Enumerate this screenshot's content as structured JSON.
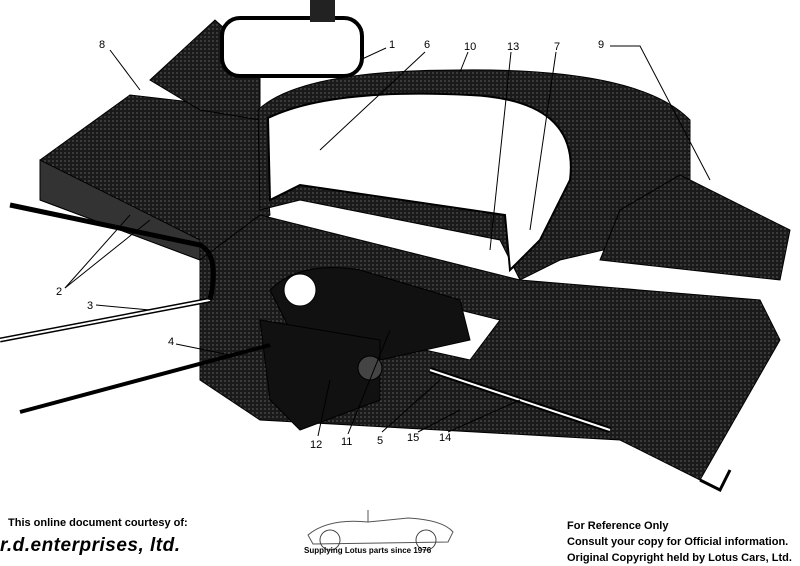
{
  "diagram": {
    "callouts": [
      "1",
      "6",
      "10",
      "13",
      "7",
      "9",
      "8",
      "2",
      "3",
      "4",
      "12",
      "11",
      "5",
      "15",
      "14"
    ],
    "fill_color": "#111111"
  },
  "footer": {
    "courtesy": "This online document courtesy of:",
    "brand": "r.d.enterprises, ltd.",
    "logo_tagline": "Supplying Lotus parts since 1976",
    "ref_line1": "For Reference Only",
    "ref_line2": "Consult your copy for Official information.",
    "ref_line3": "Original Copyright held by Lotus Cars, Ltd."
  }
}
